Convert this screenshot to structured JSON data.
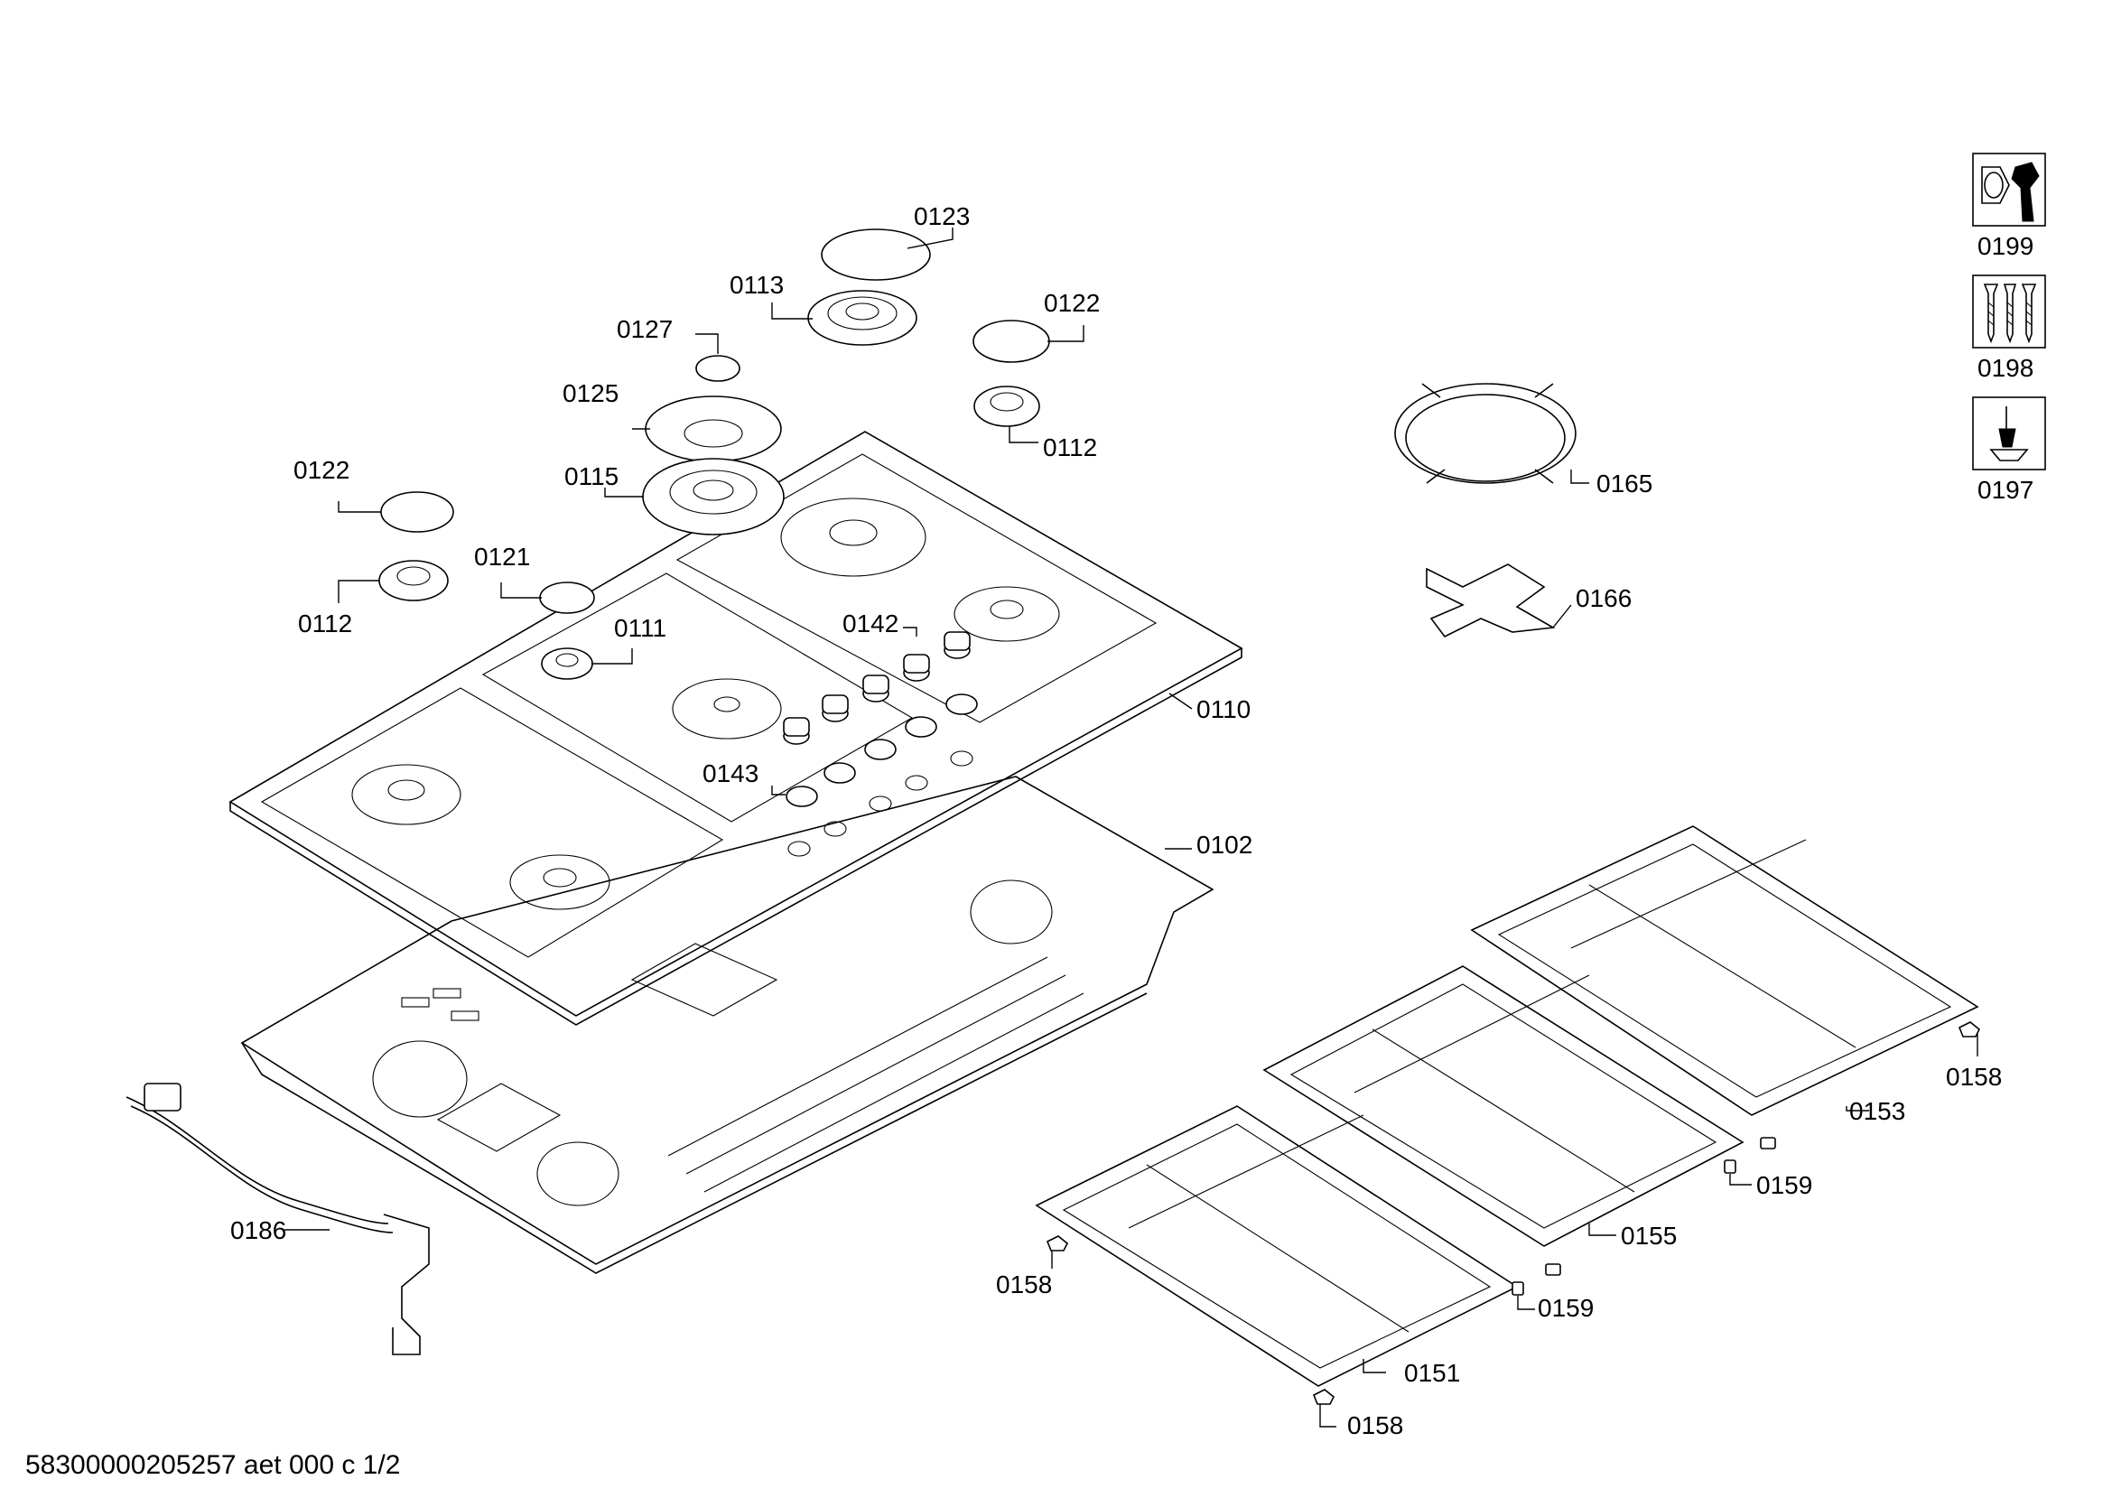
{
  "document_id": "58300000205257 aet 000 c 1/2",
  "parts": [
    {
      "id": "p0123",
      "label": "0123"
    },
    {
      "id": "p0113",
      "label": "0113"
    },
    {
      "id": "p0122a",
      "label": "0122"
    },
    {
      "id": "p0127",
      "label": "0127"
    },
    {
      "id": "p0125",
      "label": "0125"
    },
    {
      "id": "p0112a",
      "label": "0112"
    },
    {
      "id": "p0122b",
      "label": "0122"
    },
    {
      "id": "p0115",
      "label": "0115"
    },
    {
      "id": "p0121",
      "label": "0121"
    },
    {
      "id": "p0112b",
      "label": "0112"
    },
    {
      "id": "p0111",
      "label": "0111"
    },
    {
      "id": "p0142",
      "label": "0142"
    },
    {
      "id": "p0110",
      "label": "0110"
    },
    {
      "id": "p0143",
      "label": "0143"
    },
    {
      "id": "p0102",
      "label": "0102"
    },
    {
      "id": "p0186",
      "label": "0186"
    },
    {
      "id": "p0165",
      "label": "0165"
    },
    {
      "id": "p0166",
      "label": "0166"
    },
    {
      "id": "p0158a",
      "label": "0158"
    },
    {
      "id": "p0153",
      "label": "0153"
    },
    {
      "id": "p0159a",
      "label": "0159"
    },
    {
      "id": "p0155",
      "label": "0155"
    },
    {
      "id": "p0158b",
      "label": "0158"
    },
    {
      "id": "p0159b",
      "label": "0159"
    },
    {
      "id": "p0151",
      "label": "0151"
    },
    {
      "id": "p0158c",
      "label": "0158"
    }
  ],
  "service_icons": [
    {
      "id": "i0199",
      "label": "0199",
      "icon": "wrench-nut-icon"
    },
    {
      "id": "i0198",
      "label": "0198",
      "icon": "screws-icon"
    },
    {
      "id": "i0197",
      "label": "0197",
      "icon": "screwdriver-icon"
    }
  ]
}
